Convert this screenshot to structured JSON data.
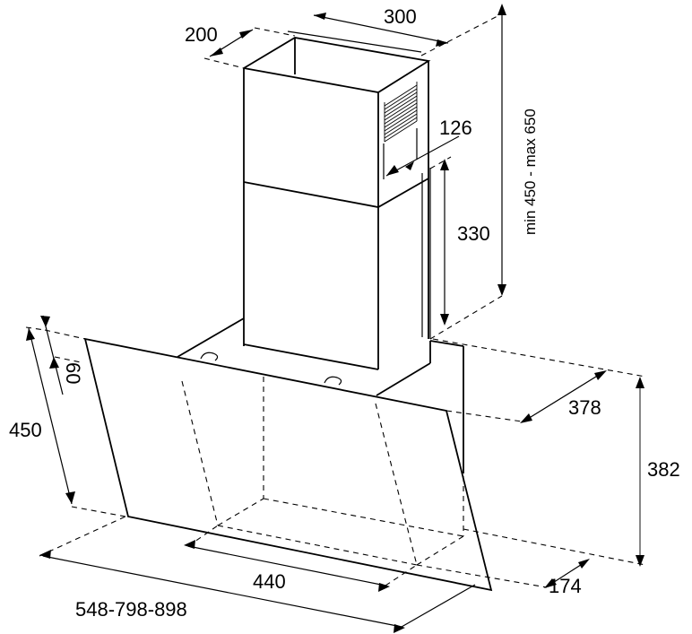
{
  "diagram": {
    "subject": "Angled wall-mounted cooker hood with chimney – dimensional drawing",
    "units": "mm",
    "dimensions": {
      "chimney_depth": "200",
      "chimney_width": "300",
      "vent_offset": "126",
      "lower_chimney_height": "330",
      "chimney_height_range": "min 450 - max 650",
      "glass_offset": "60",
      "glass_height": "450",
      "body_depth": "378",
      "body_height": "382",
      "bottom_depth": "174",
      "body_width": "440",
      "overall_widths": "548-798-898"
    }
  }
}
